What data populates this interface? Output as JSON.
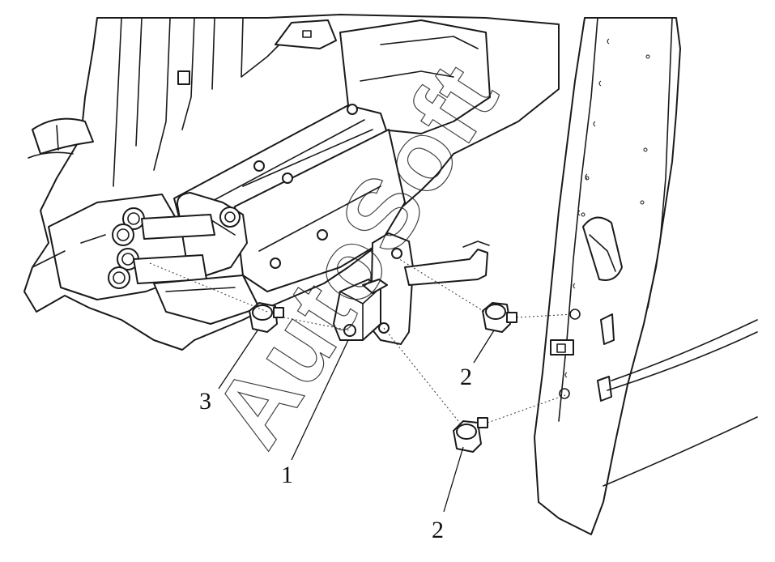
{
  "diagram": {
    "watermark": "AutoSoft",
    "callouts": [
      {
        "id": "callout-1",
        "label": "1"
      },
      {
        "id": "callout-2-upper",
        "label": "2"
      },
      {
        "id": "callout-2-lower",
        "label": "2"
      },
      {
        "id": "callout-3",
        "label": "3"
      }
    ],
    "colors": {
      "line": "#1a1a1a",
      "background": "#ffffff"
    }
  }
}
